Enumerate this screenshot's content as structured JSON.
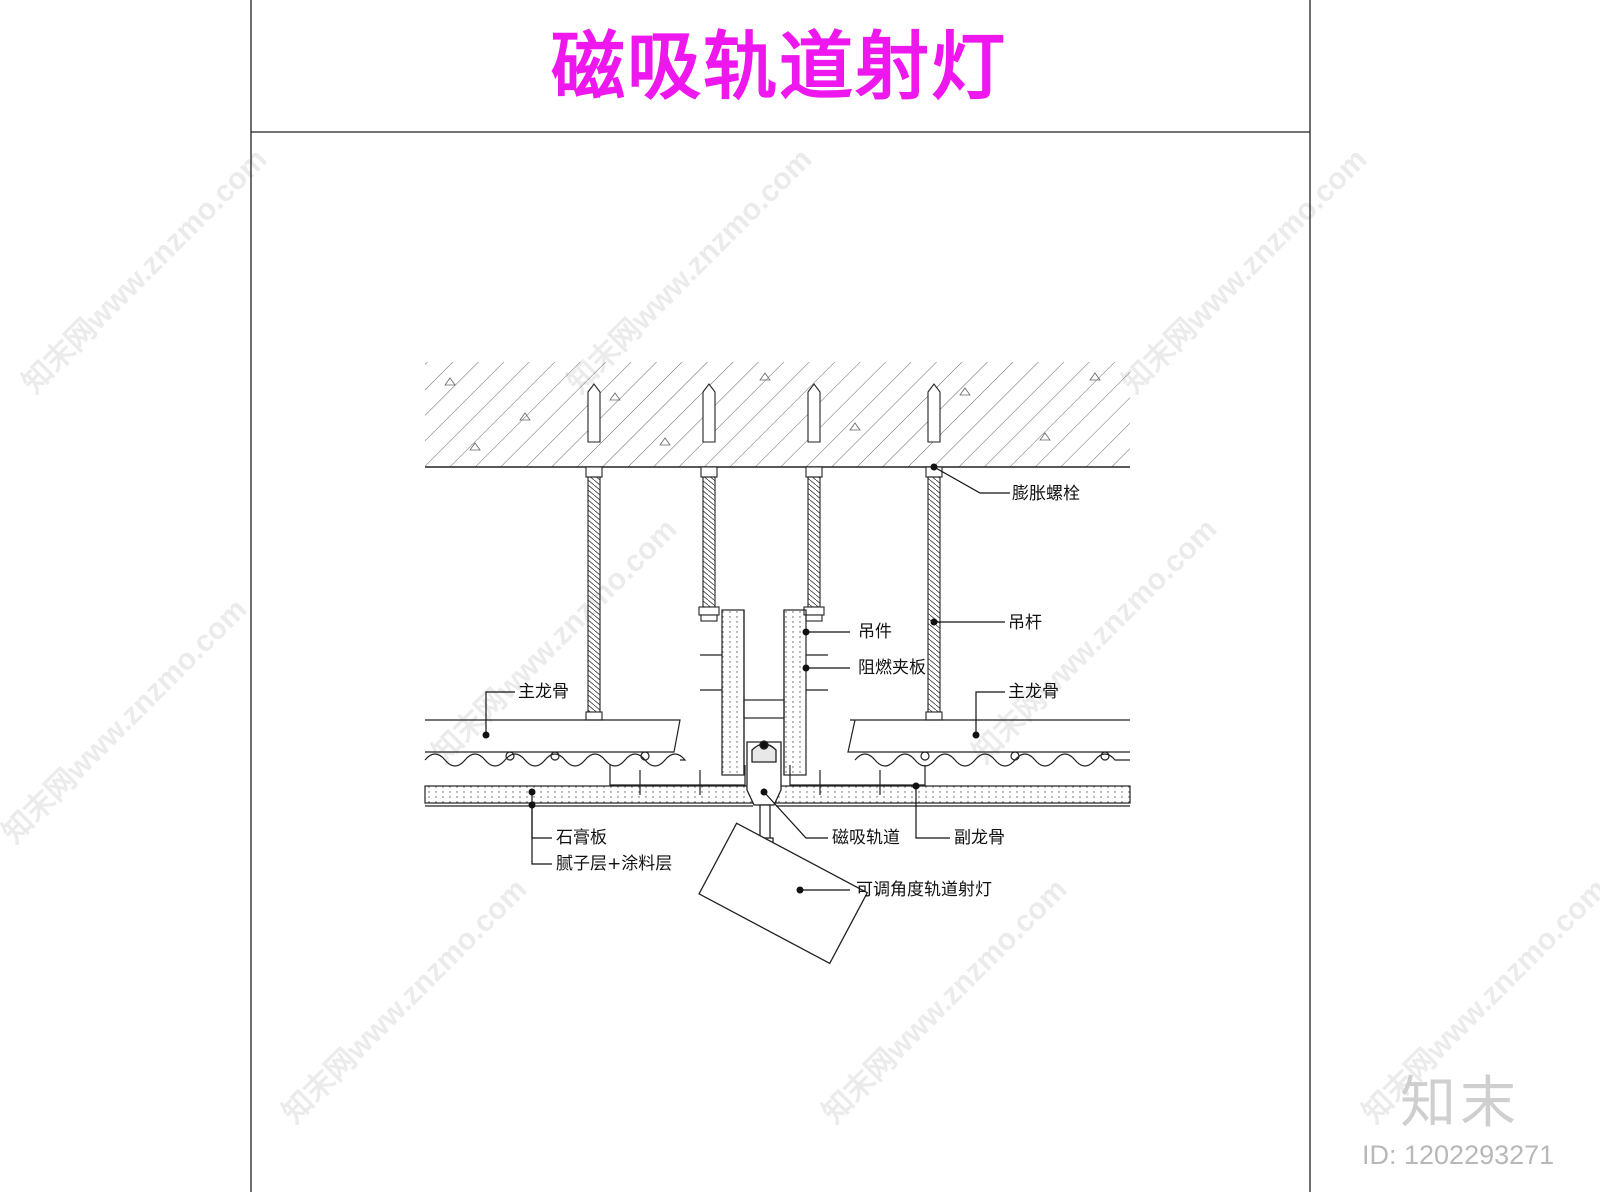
{
  "drawing": {
    "title": "磁吸轨道射灯",
    "labels": {
      "expansion_bolt": "膨胀螺栓",
      "hanger_rod": "吊杆",
      "hanger": "吊件",
      "fireproof_plywood": "阻燃夹板",
      "main_keel_left": "主龙骨",
      "main_keel_right": "主龙骨",
      "gypsum_board": "石膏板",
      "putty_paint": "腻子层+涂料层",
      "magnetic_track": "磁吸轨道",
      "sub_keel": "副龙骨",
      "spotlight": "可调角度轨道射灯"
    }
  },
  "watermark": {
    "brand": "知末",
    "id_text": "ID: 1202293271",
    "repeat_text": "知末网www.znzmo.com"
  },
  "colors": {
    "title": "#ee17ee",
    "line": "#222222",
    "watermark": "#d6d6d6"
  }
}
